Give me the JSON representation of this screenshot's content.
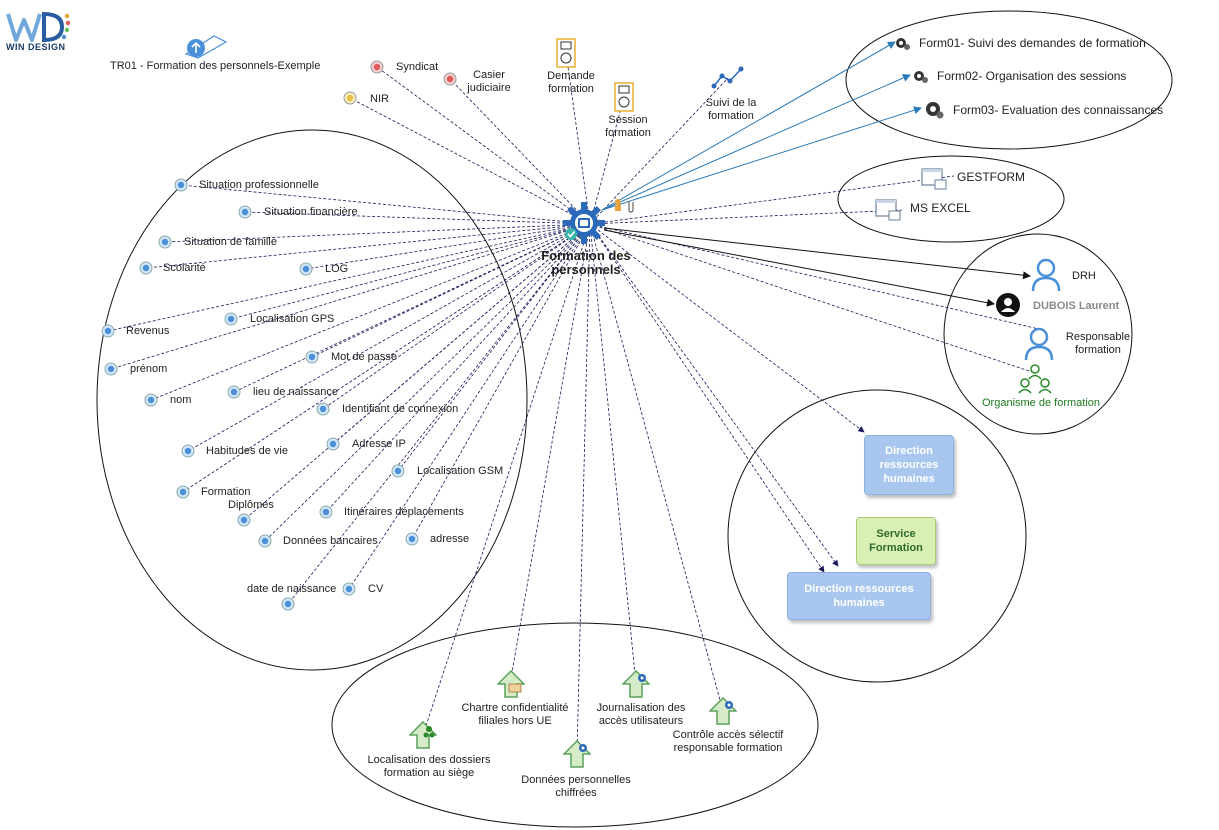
{
  "app": {
    "brand": "WIN DESIGN",
    "brand_sub": ""
  },
  "colors": {
    "attr_blue": "#4a90d9",
    "attr_red": "#e05a5a",
    "attr_yellow": "#e8c04a",
    "line_blue": "#2a7ab8",
    "line_dark": "#1a1a5a",
    "center_gear": "#2a6ab8"
  },
  "title": "TR01 - Formation des personnels-Exemple",
  "center": {
    "label": "Formation des personnels",
    "icon": "gear-process-icon"
  },
  "pinned_attrs": [
    {
      "label": "Syndicat",
      "icon": "red-attribute-icon"
    },
    {
      "label": "Casier judiciaire",
      "icon": "red-attribute-icon"
    },
    {
      "label": "NIR",
      "icon": "yellow-attribute-icon"
    }
  ],
  "entities": [
    {
      "label": "Demande formation",
      "icon": "document-entity-icon"
    },
    {
      "label": "Session formation",
      "icon": "document-entity-icon"
    }
  ],
  "process_link": {
    "label": "Suivi de la formation",
    "icon": "flow-chart-icon"
  },
  "forms": [
    {
      "label": "Form01- Suivi des demandes de formation",
      "icon": "gear-form-icon"
    },
    {
      "label": "Form02- Organisation des sessions",
      "icon": "gear-form-icon"
    },
    {
      "label": "Form03- Evaluation des connaissances",
      "icon": "gear-form-icon"
    }
  ],
  "apps": [
    {
      "label": "GESTFORM",
      "icon": "application-window-icon"
    },
    {
      "label": "MS EXCEL",
      "icon": "application-window-icon"
    }
  ],
  "actors": [
    {
      "label": "DRH",
      "icon": "person-outline-icon"
    },
    {
      "label": "DUBOIS Laurent",
      "icon": "person-solid-icon"
    },
    {
      "label": "Responsable formation",
      "icon": "person-outline-icon"
    },
    {
      "label": "Organisme de formation",
      "icon": "group-icon"
    }
  ],
  "org_units": [
    {
      "label": "Direction ressources humaines"
    },
    {
      "label": "Service Formation"
    },
    {
      "label": "Direction ressources humaines"
    }
  ],
  "attributes": [
    "Situation professionnelle",
    "Situation financière",
    "Situation de famille",
    "Scolarité",
    "LOG",
    "Revenus",
    "Localisation GPS",
    "prénom",
    "Mot de passe",
    "nom",
    "lieu de naissance",
    "Identifiant de connexion",
    "Habitudes de vie",
    "Adresse IP",
    "Localisation GSM",
    "Formation",
    "Diplômes",
    "Itinéraires déplacements",
    "Données bancaires",
    "adresse",
    "date de naissance",
    "CV"
  ],
  "measures": [
    {
      "label": "Chartre confidentialité filiales hors UE",
      "icon": "arrow-hand-icon"
    },
    {
      "label": "Journalisation des accès utilisateurs",
      "icon": "arrow-gear-icon"
    },
    {
      "label": "Contrôle accès sélectif responsable formation",
      "icon": "arrow-gear-icon"
    },
    {
      "label": "Localisation des dossiers formation au siège",
      "icon": "arrow-people-icon"
    },
    {
      "label": "Données personnelles chiffrées",
      "icon": "arrow-gear-icon"
    }
  ]
}
